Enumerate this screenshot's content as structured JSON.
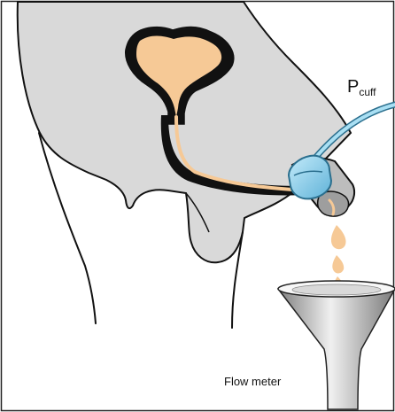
{
  "labels": {
    "pressure_main": "P",
    "pressure_subscript": "cuff",
    "flow_meter": "Flow meter"
  },
  "colors": {
    "body_fill": "#d9d9d9",
    "outline": "#111111",
    "urine": "#f6c996",
    "cuff_fill": "#8fd0ec",
    "cuff_stroke": "#2b6f8e",
    "tube_fill": "#a9dff3",
    "funnel_light": "#eeeeee",
    "funnel_dark": "#8e8e8e"
  }
}
